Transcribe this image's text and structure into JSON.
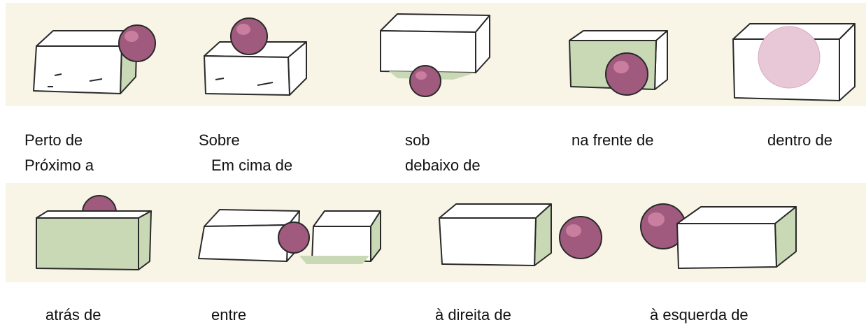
{
  "row1": {
    "labels": {
      "near_1": "Perto de",
      "near_2": "Próximo a",
      "on_1": "Sobre",
      "on_2": "Em cima de",
      "under_1": "sob",
      "under_2": "debaixo de",
      "front": "na frente de",
      "inside": "dentro de"
    }
  },
  "row2": {
    "labels": {
      "behind": "atrás de",
      "between": "entre",
      "right": "à direita de",
      "left": "à esquerda de"
    }
  },
  "colors": {
    "ball": "#a05a7d",
    "ball_light": "#c97ea0",
    "box_face": "#ffffff",
    "box_green": "#c9d9b5",
    "outline": "#2a2a2a",
    "panel_bg": "#f8f5e7"
  }
}
